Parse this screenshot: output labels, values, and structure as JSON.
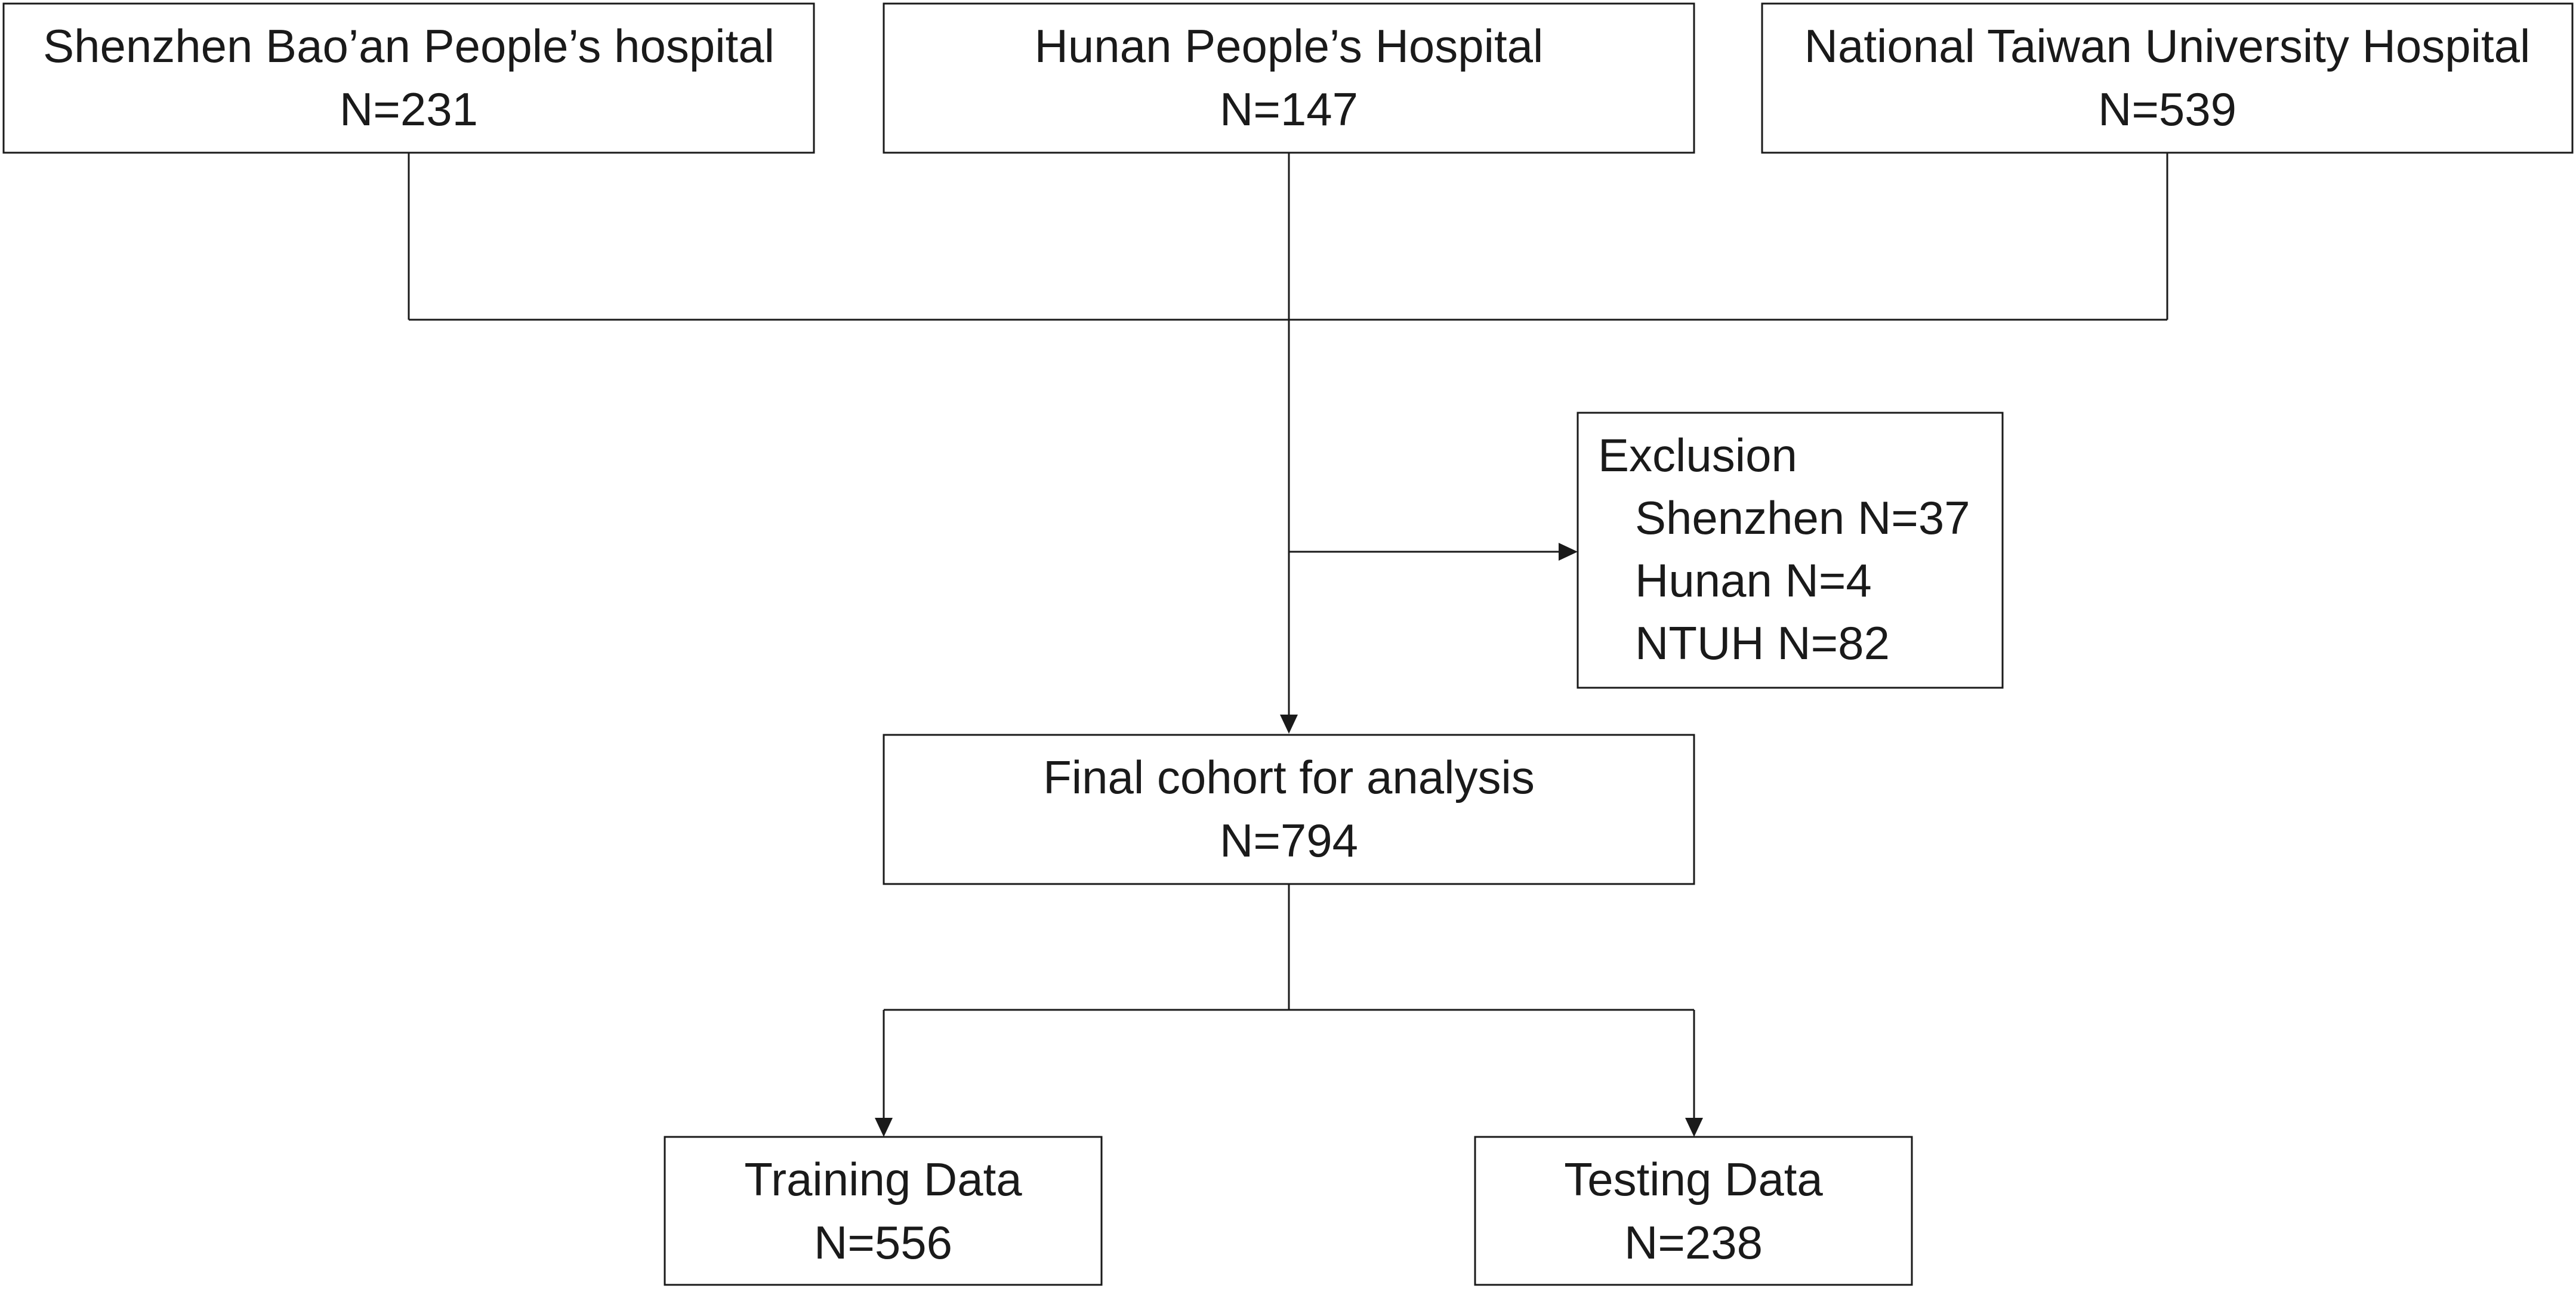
{
  "sources": [
    {
      "name": "Shenzhen Bao’an People’s hospital",
      "n": "N=231"
    },
    {
      "name": "Hunan People’s Hospital",
      "n": "N=147"
    },
    {
      "name": "National Taiwan University Hospital",
      "n": "N=539"
    }
  ],
  "exclusion": {
    "title": "Exclusion",
    "items": [
      "Shenzhen N=37",
      "Hunan N=4",
      "NTUH N=82"
    ]
  },
  "final_cohort": {
    "name": "Final cohort for analysis",
    "n": "N=794"
  },
  "splits": [
    {
      "name": "Training Data",
      "n": "N=556"
    },
    {
      "name": "Testing Data",
      "n": "N=238"
    }
  ]
}
